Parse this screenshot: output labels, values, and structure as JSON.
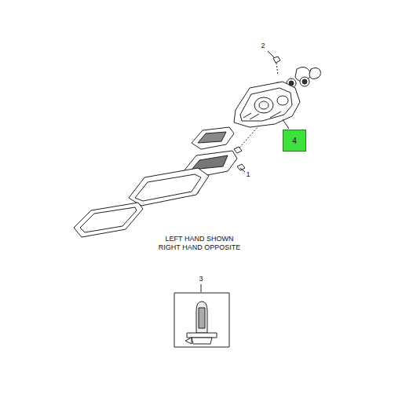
{
  "diagram": {
    "nodes": [
      {
        "text": [
          "4"
        ]
      }
    ],
    "labels": [
      "2",
      "1",
      "LEFT HAND SHOWN",
      "RIGHT HAND OPPOSITE",
      "3"
    ]
  }
}
